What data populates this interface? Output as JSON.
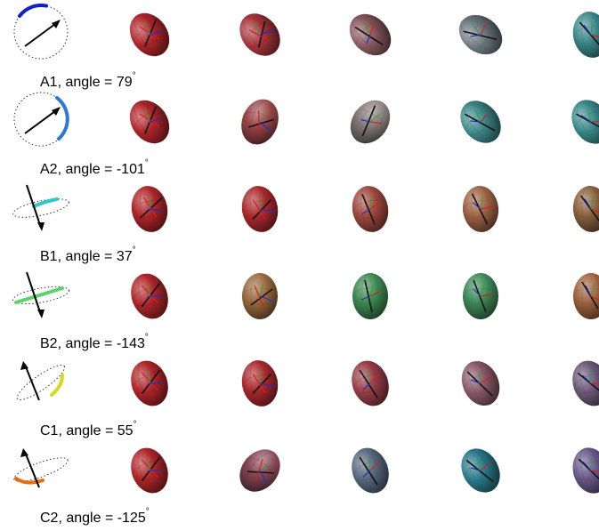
{
  "rows": [
    {
      "label": "A1",
      "angle": "79",
      "caption": "A1, angle = 79",
      "degree_symbol": "°",
      "icon": "circle-orbit-arrow",
      "arc_color": "#1020c8",
      "ellipsoid_colors": [
        "#b0262a",
        "#a6353a",
        "#8a5a60",
        "#6e7a80",
        "#3e8a8c"
      ]
    },
    {
      "label": "A2",
      "angle": "-101",
      "caption": "A2, angle = -101",
      "degree_symbol": "°",
      "icon": "circle-orbit-arrow",
      "arc_color": "#2a78d8",
      "ellipsoid_colors": [
        "#b0262a",
        "#9a4648",
        "#8a7e7e",
        "#3e8a8c",
        "#3a8a8c"
      ]
    },
    {
      "label": "B1",
      "angle": "37",
      "caption": "B1, angle = 37",
      "degree_symbol": "°",
      "icon": "tilted-ellipse-orbit",
      "arc_color": "#30c8c8",
      "ellipsoid_colors": [
        "#b0262a",
        "#ac2a2e",
        "#a04a3e",
        "#a06446",
        "#8a623e"
      ]
    },
    {
      "label": "B2",
      "angle": "-143",
      "caption": "B2, angle = -143",
      "degree_symbol": "°",
      "icon": "tilted-ellipse-orbit",
      "arc_color": "#5ad46a",
      "ellipsoid_colors": [
        "#b0262a",
        "#9a6a3e",
        "#3e8a52",
        "#3e8a5a",
        "#a06440"
      ]
    },
    {
      "label": "C1",
      "angle": "55",
      "caption": "C1, angle = 55",
      "degree_symbol": "°",
      "icon": "tilted-ellipse-orbit",
      "arc_color": "#d8d820",
      "ellipsoid_colors": [
        "#b0262a",
        "#ac2a2e",
        "#9a3e48",
        "#8a5a6a",
        "#6e5a7a"
      ]
    },
    {
      "label": "C2",
      "angle": "-125",
      "caption": "C2, angle = -125",
      "degree_symbol": "°",
      "icon": "tilted-ellipse-orbit",
      "arc_color": "#e07010",
      "ellipsoid_colors": [
        "#b0262a",
        "#8a4a58",
        "#5a6a80",
        "#2a7a8a",
        "#6a5a8a"
      ]
    }
  ]
}
